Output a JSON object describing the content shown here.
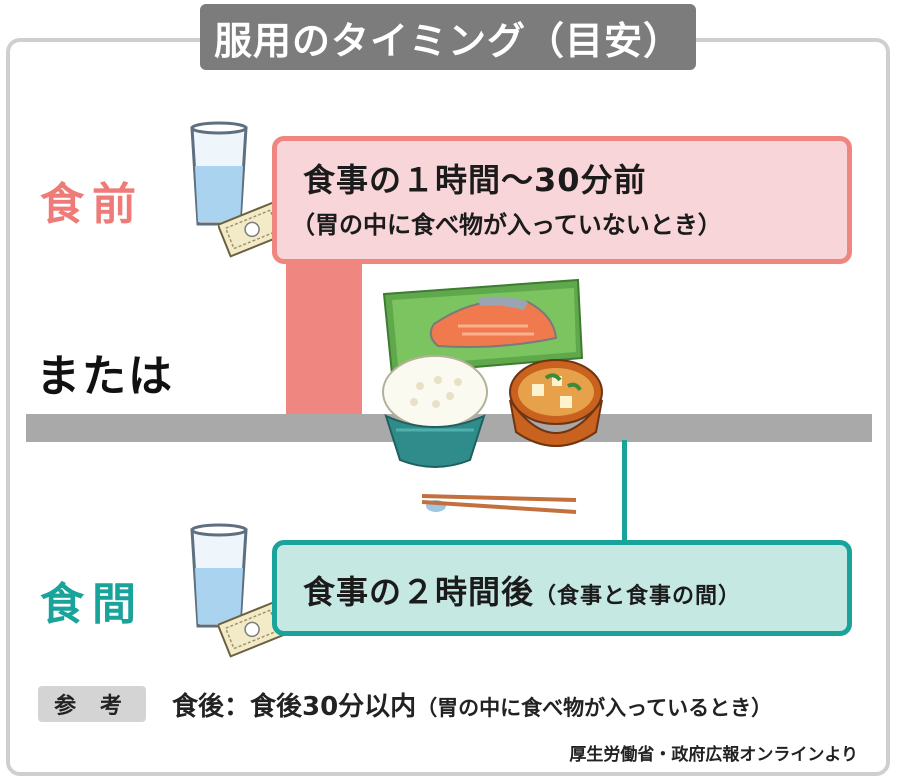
{
  "title": "服用のタイミング（目安）",
  "before": {
    "label": "食前",
    "line1": "食事の１時間〜30分前",
    "line2": "（胃の中に食べ物が入っていないとき）"
  },
  "or_label": "または",
  "between": {
    "label": "食間",
    "line1": "食事の２時間後",
    "line1_note": "（食事と食事の間）"
  },
  "reference": {
    "badge": "参 考",
    "main": "食後：食後30分以内",
    "note": "（胃の中に食べ物が入っているとき）"
  },
  "source": "厚生労働省・政府広報オンラインより",
  "colors": {
    "pink": "#ef8680",
    "pink_fill": "#f8d5d8",
    "teal": "#1aa39a",
    "teal_fill": "#c5e8e3",
    "gray_bar": "#a9a9a9",
    "title_bg": "#7c7c7c"
  },
  "icons": [
    "water-glass-icon",
    "medicine-packet-icon",
    "salmon-plate-icon",
    "rice-bowl-icon",
    "miso-soup-icon",
    "chopsticks-icon"
  ]
}
